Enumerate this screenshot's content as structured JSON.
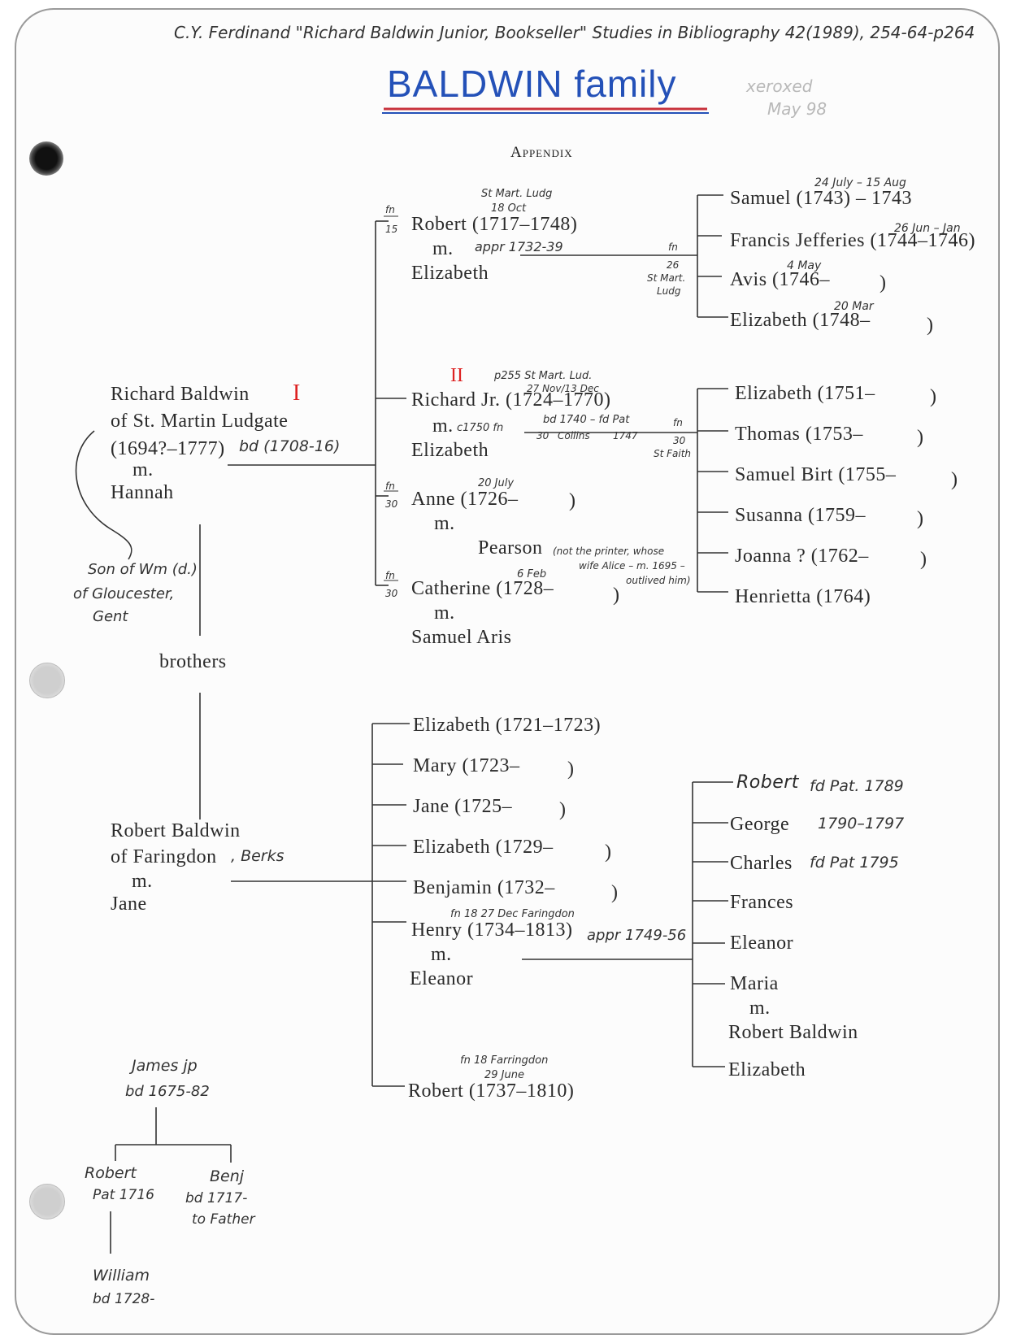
{
  "header": {
    "citation": "C.Y. Ferdinand \"Richard Baldwin Junior, Bookseller\" Studies in Bibliography 42(1989), 254-64-p264",
    "title": "BALDWIN family",
    "margin_note_line1": "xeroxed",
    "margin_note_line2": "May 98",
    "appendix": "Appendix"
  },
  "colors": {
    "title_blue": "#2451b8",
    "underline_red": "#c8323c",
    "roman_red": "#d22222"
  },
  "richard_sr": {
    "roman": "I",
    "line1": "Richard Baldwin",
    "line2": "of St. Martin Ludgate",
    "line3": "(1694?–1777)",
    "note_bd": "bd (1708-16)",
    "married": "m.",
    "spouse": "Hannah",
    "note_son_line1": "Son of Wm (d.)",
    "note_son_line2": "of Gloucester,",
    "note_son_line3": "Gent"
  },
  "brothers": "brothers",
  "robert_sr": {
    "line1": "Robert Baldwin",
    "line2": "of Faringdon",
    "note_berks": ", Berks",
    "married": "m.",
    "spouse": "Jane"
  },
  "children_richard_sr": {
    "robert": {
      "fn": "fn",
      "fn_no": "15",
      "note_place": "St Mart. Ludg",
      "note_date": "18 Oct",
      "name": "Robert (1717–1748)",
      "married": "m.",
      "note_appr": "appr 1732-39",
      "spouse": "Elizabeth"
    },
    "richard_jr": {
      "roman": "II",
      "note_p": "p255 St Mart. Lud.",
      "note_dates": "27 Nov/13 Dec",
      "name": "Richard Jr. (1724–1770)",
      "married": "m.",
      "note_c1750": "c1750 fn",
      "note_bd": "bd 1740 – fd Pat",
      "note_30": "30",
      "note_collins": "Collins",
      "note_1747": "1747",
      "spouse": "Elizabeth"
    },
    "anne": {
      "fn": "fn",
      "fn_no": "30",
      "note_date": "20 July",
      "name": "Anne (1726–",
      "close": ")",
      "married": "m.",
      "spouse": "Pearson",
      "note_pearson_1": "(not the printer, whose",
      "note_pearson_2": "wife Alice – m. 1695 –",
      "note_pearson_3": "outlived him)"
    },
    "catherine": {
      "fn": "fn",
      "fn_no": "30",
      "note_date": "6 Feb",
      "name": "Catherine (1728–",
      "close": ")",
      "married": "m.",
      "spouse": "Samuel Aris"
    }
  },
  "grandchildren_robert": {
    "fn_note": "fn",
    "fn_no": "26",
    "fn_place_1": "St Mart.",
    "fn_place_2": "Ludg",
    "items": [
      {
        "name": "Samuel (1743) – 1743",
        "note": "24 July – 15 Aug"
      },
      {
        "name": "Francis Jefferies (1744–1746)",
        "note": "26 Jun – Jan"
      },
      {
        "name": "Avis (1746–",
        "close": ")",
        "note": "4 May"
      },
      {
        "name": "Elizabeth (1748–",
        "close": ")",
        "note": "20 Mar"
      }
    ]
  },
  "grandchildren_richard_jr": {
    "fn_note": "fn",
    "fn_no": "30",
    "fn_place": "St Faith",
    "items": [
      {
        "name": "Elizabeth (1751–",
        "close": ")"
      },
      {
        "name": "Thomas (1753–",
        "close": ")"
      },
      {
        "name": "Samuel Birt (1755–",
        "close": ")"
      },
      {
        "name": "Susanna (1759–",
        "close": ")"
      },
      {
        "name": "Joanna ? (1762–",
        "close": ")"
      },
      {
        "name": "Henrietta (1764)"
      }
    ]
  },
  "children_robert_sr": {
    "items": [
      {
        "name": "Elizabeth (1721–1723)"
      },
      {
        "name": "Mary (1723–",
        "close": ")"
      },
      {
        "name": "Jane (1725–",
        "close": ")"
      },
      {
        "name": "Elizabeth (1729–",
        "close": ")"
      },
      {
        "name": "Benjamin (1732–",
        "close": ")"
      }
    ],
    "henry": {
      "note_fn": "fn 18 27 Dec Faringdon",
      "name": "Henry (1734–1813)",
      "note_appr": "appr 1749-56",
      "married": "m.",
      "spouse": "Eleanor"
    },
    "robert": {
      "note_fn": "fn 18 Farringdon",
      "note_date": "29 June",
      "name": "Robert (1737–1810)"
    }
  },
  "grandchildren_henry": {
    "items": [
      {
        "name": "Robert",
        "note": "fd Pat. 1789"
      },
      {
        "name": "George",
        "note": "1790–1797"
      },
      {
        "name": "Charles",
        "note": "fd Pat 1795"
      },
      {
        "name": "Frances"
      },
      {
        "name": "Eleanor"
      },
      {
        "name": "Maria",
        "married": "m.",
        "spouse": "Robert Baldwin"
      },
      {
        "name": "Elizabeth"
      }
    ]
  },
  "james_tree": {
    "james_line1": "James jp",
    "james_line2": "bd 1675-82",
    "robert_line1": "Robert",
    "robert_line2": "Pat 1716",
    "benj_line1": "Benj",
    "benj_line2": "bd 1717-",
    "benj_line3": "to Father",
    "william_line1": "William",
    "william_line2": "bd 1728-"
  }
}
